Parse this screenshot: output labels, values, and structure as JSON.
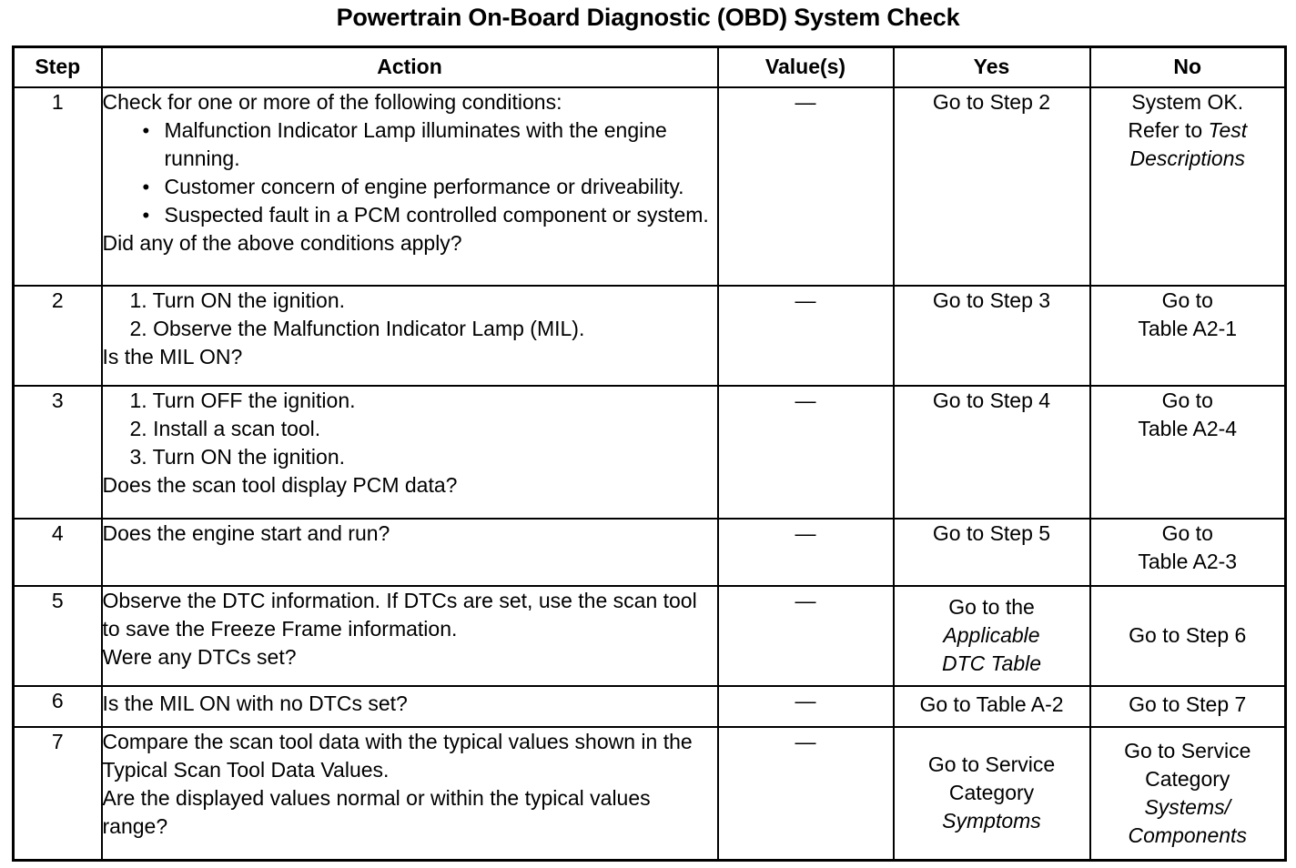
{
  "document": {
    "title": "Powertrain On-Board Diagnostic (OBD) System Check"
  },
  "table": {
    "headers": {
      "step": "Step",
      "action": "Action",
      "value": "Value(s)",
      "yes": "Yes",
      "no": "No"
    },
    "dash": "—",
    "bullet_glyph": "•",
    "rows": [
      {
        "step": "1",
        "action": {
          "lead": "Check for one or more of the following conditions:",
          "bullets": [
            "Malfunction Indicator Lamp illuminates with the engine running.",
            "Customer concern of engine performance or driveability.",
            "Suspected fault in a PCM controlled component or system."
          ],
          "tail": "Did any of the above conditions apply?"
        },
        "value": "—",
        "yes": [
          "Go to Step 2"
        ],
        "yes_italic": [
          false
        ],
        "no": [
          "System OK.",
          "Refer to Test",
          "Descriptions"
        ],
        "no_italic": [
          false,
          false,
          true
        ],
        "no_partial": {
          "line2_plain": "Refer to ",
          "line2_italic": "Test"
        }
      },
      {
        "step": "2",
        "action": {
          "numbered": [
            "1. Turn ON the ignition.",
            "2. Observe the Malfunction Indicator Lamp (MIL)."
          ],
          "tail": "Is the MIL ON?"
        },
        "value": "—",
        "yes": [
          "Go to Step 3"
        ],
        "yes_italic": [
          false
        ],
        "no": [
          "Go to",
          "Table A2-1"
        ],
        "no_italic": [
          false,
          false
        ]
      },
      {
        "step": "3",
        "action": {
          "numbered": [
            "1. Turn OFF the ignition.",
            "2. Install a scan tool.",
            "3. Turn ON the ignition."
          ],
          "tail": "Does the scan tool display PCM data?"
        },
        "value": "—",
        "yes": [
          "Go to Step 4"
        ],
        "yes_italic": [
          false
        ],
        "no": [
          "Go to",
          "Table A2-4"
        ],
        "no_italic": [
          false,
          false
        ]
      },
      {
        "step": "4",
        "action": {
          "lead": "Does the engine start and run?"
        },
        "value": "—",
        "yes": [
          "Go to Step 5"
        ],
        "yes_italic": [
          false
        ],
        "no": [
          "Go to",
          "Table A2-3"
        ],
        "no_italic": [
          false,
          false
        ]
      },
      {
        "step": "5",
        "action": {
          "lead": "Observe the DTC information. If DTCs are set, use the scan tool to save the Freeze Frame information.",
          "tail": "Were any DTCs set?"
        },
        "value": "—",
        "yes": [
          "Go to the",
          "Applicable",
          "DTC Table"
        ],
        "yes_italic": [
          false,
          true,
          true
        ],
        "no": [
          "Go to Step 6"
        ],
        "no_italic": [
          false
        ]
      },
      {
        "step": "6",
        "action": {
          "lead": "Is the MIL ON with no DTCs set?"
        },
        "value": "—",
        "yes": [
          "Go to Table A-2"
        ],
        "yes_italic": [
          false
        ],
        "no": [
          "Go to Step 7"
        ],
        "no_italic": [
          false
        ]
      },
      {
        "step": "7",
        "action": {
          "lead": "Compare the scan tool data with the typical values shown in the Typical Scan Tool Data Values.",
          "tail": "Are the displayed values normal or within the typical values range?"
        },
        "value": "—",
        "yes": [
          "Go to Service",
          "Category",
          "Symptoms"
        ],
        "yes_italic": [
          false,
          false,
          true
        ],
        "no": [
          "Go to Service",
          "Category",
          "Systems/",
          "Components"
        ],
        "no_italic": [
          false,
          false,
          true,
          true
        ]
      }
    ]
  }
}
